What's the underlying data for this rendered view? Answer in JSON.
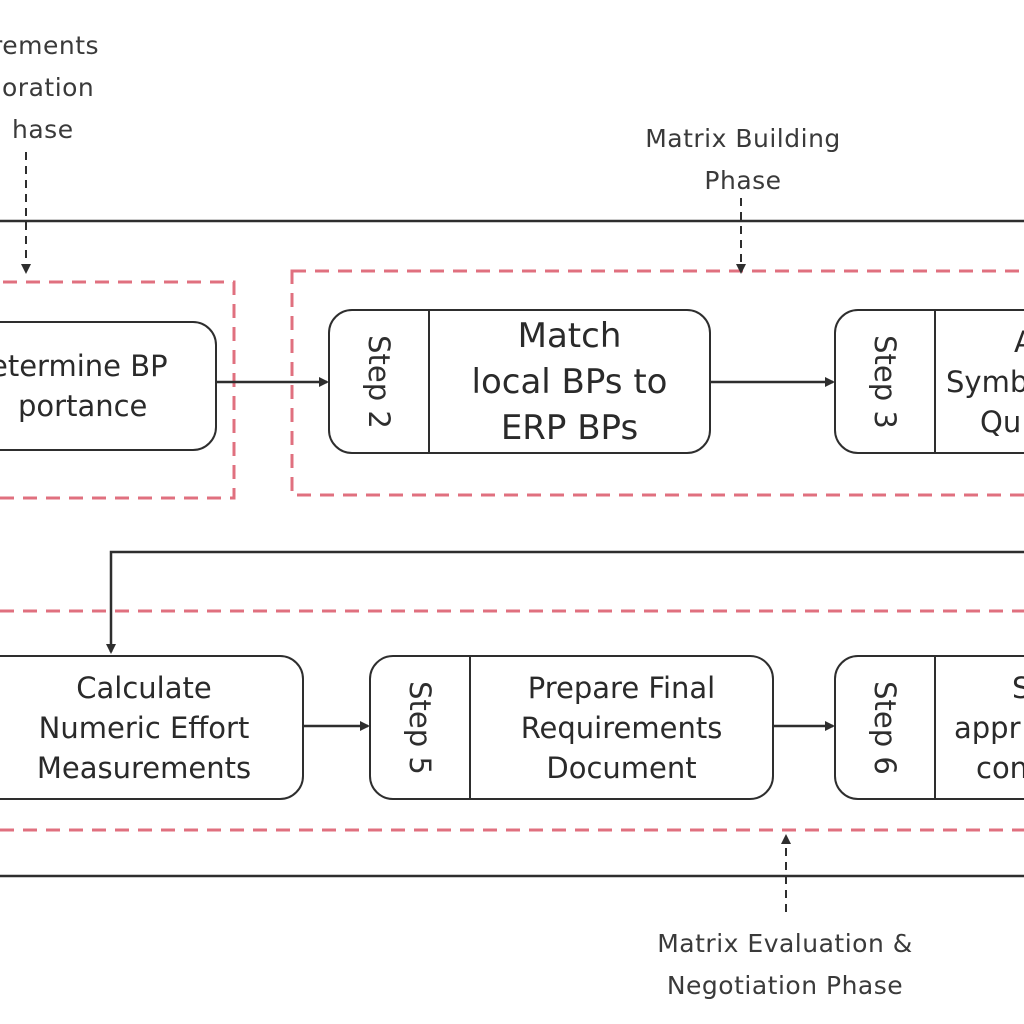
{
  "phases": {
    "exploration": [
      "rements",
      "oration",
      "hase"
    ],
    "building": [
      "Matrix Building",
      "Phase"
    ],
    "evaluation": [
      "Matrix Evaluation &",
      "Negotiation Phase"
    ]
  },
  "steps": {
    "s1": {
      "lines": [
        "etermine BP",
        "portance"
      ]
    },
    "s2": {
      "tab": "Step 2",
      "lines": [
        "Match",
        "local BPs to",
        "ERP BPs"
      ]
    },
    "s3": {
      "tab": "Step 3",
      "lines": [
        "A",
        "Symb",
        "Qu"
      ]
    },
    "s4": {
      "lines": [
        "Calculate",
        "Numeric Effort",
        "Measurements"
      ]
    },
    "s5": {
      "tab": "Step 5",
      "lines": [
        "Prepare Final",
        "Requirements",
        "Document"
      ]
    },
    "s6": {
      "tab": "Step 6",
      "lines": [
        "S",
        "appr",
        "con"
      ]
    }
  },
  "colors": {
    "dashed_phase": "#e0707f",
    "line": "#2e2e2e"
  }
}
